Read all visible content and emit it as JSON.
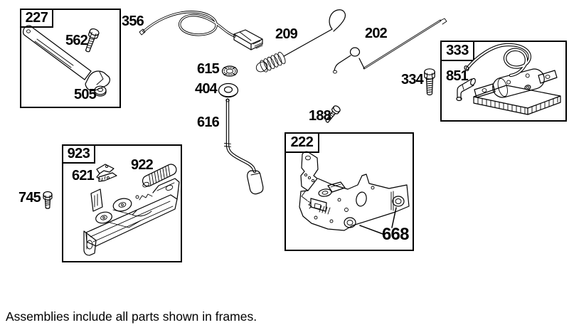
{
  "caption": "Assemblies include all parts shown in frames.",
  "frames": {
    "f227": {
      "label": "227"
    },
    "f222": {
      "label": "222"
    },
    "f333": {
      "label": "333"
    },
    "f923": {
      "label": "923"
    }
  },
  "parts": {
    "p356": {
      "label": "356"
    },
    "p209": {
      "label": "209"
    },
    "p202": {
      "label": "202"
    },
    "p334": {
      "label": "334"
    },
    "p851": {
      "label": "851"
    },
    "p562": {
      "label": "562"
    },
    "p505": {
      "label": "505"
    },
    "p615": {
      "label": "615"
    },
    "p404": {
      "label": "404"
    },
    "p616": {
      "label": "616"
    },
    "p188": {
      "label": "188"
    },
    "p668": {
      "label": "668"
    },
    "p621": {
      "label": "621"
    },
    "p922": {
      "label": "922"
    },
    "p745": {
      "label": "745"
    }
  }
}
